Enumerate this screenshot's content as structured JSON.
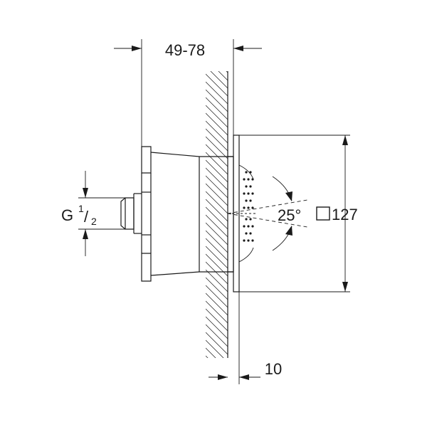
{
  "dimensions": {
    "depth_range": "49-78",
    "wall_offset": "10",
    "thread": "G",
    "thread_numerator": "1",
    "thread_slash": "/",
    "thread_denominator": "2",
    "spray_angle": "25°",
    "square_symbol": "□",
    "plate_size": "127"
  }
}
